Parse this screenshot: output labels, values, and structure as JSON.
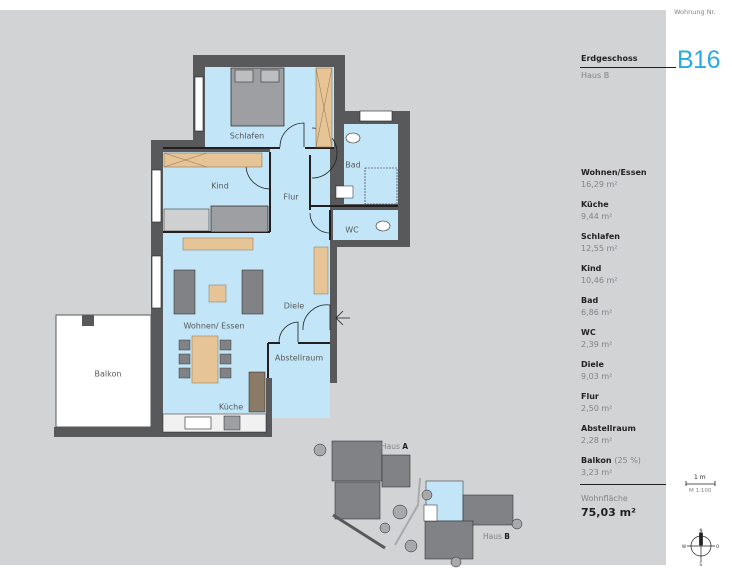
{
  "header": {
    "label": "Wohnung Nr.",
    "unit": "B16",
    "floor": "Erdgeschoss",
    "house": "Haus B"
  },
  "rooms": [
    {
      "name": "Wohnen/Essen",
      "area": "16,29 m²"
    },
    {
      "name": "Küche",
      "area": "9,44 m²"
    },
    {
      "name": "Schlafen",
      "area": "12,55 m²"
    },
    {
      "name": "Kind",
      "area": "10,46 m²"
    },
    {
      "name": "Bad",
      "area": "6,86 m²"
    },
    {
      "name": "WC",
      "area": "2,39 m²"
    },
    {
      "name": "Diele",
      "area": "9,03 m²"
    },
    {
      "name": "Flur",
      "area": "2,50 m²"
    },
    {
      "name": "Abstellraum",
      "area": "2,28 m²"
    },
    {
      "name": "Balkon",
      "suffix": "(25 %)",
      "area": "3,23 m²"
    }
  ],
  "total": {
    "label": "Wohnfläche",
    "value": "75,03 m²"
  },
  "scale": {
    "bar_label": "1 m",
    "ratio": "M 1:100"
  },
  "compass": {
    "n": "N",
    "s": "S",
    "w": "W",
    "o": "O"
  },
  "plan_labels": {
    "schlafen": "Schlafen",
    "kind": "Kind",
    "flur": "Flur",
    "bad": "Bad",
    "wc": "WC",
    "diele": "Diele",
    "wohnen": "Wohnen/ Essen",
    "abstell": "Abstellraum",
    "kueche": "Küche",
    "balkon": "Balkon"
  },
  "site": {
    "haus_a_prefix": "Haus",
    "haus_a": "A",
    "haus_b_prefix": "Haus",
    "haus_b": "B"
  },
  "colors": {
    "accent": "#29abe2",
    "room": "#c2e6f7",
    "wall": "#58595b",
    "background": "#d1d3d5",
    "wood": "#e6c495"
  }
}
